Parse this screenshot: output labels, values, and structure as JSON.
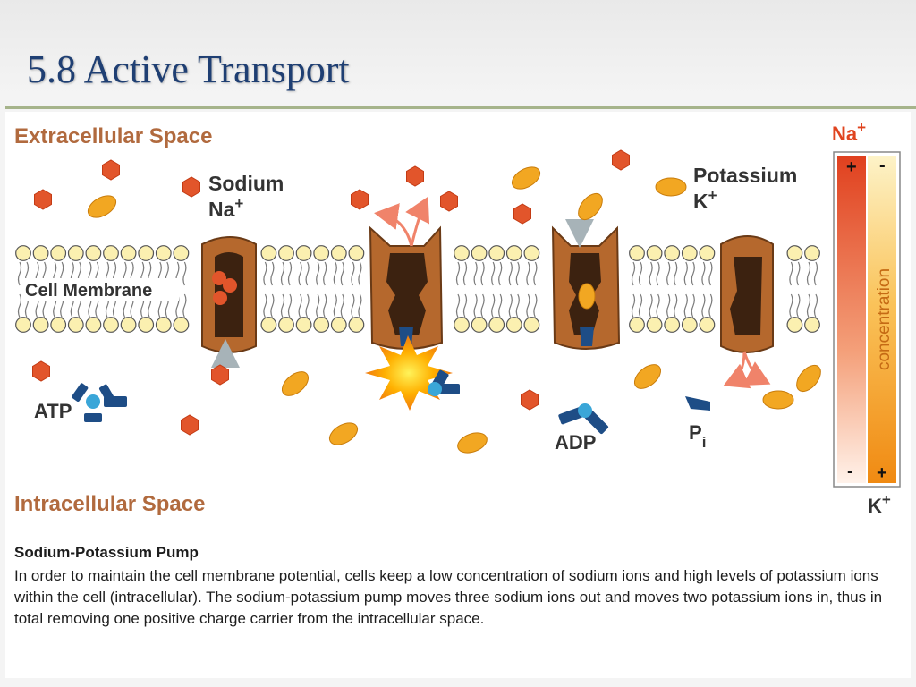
{
  "slide": {
    "title": "5.8 Active Transport"
  },
  "labels": {
    "extracellular": "Extracellular Space",
    "intracellular": "Intracellular Space",
    "membrane": "Cell Membrane",
    "sodium_line1": "Sodium",
    "sodium_line2_base": "Na",
    "potassium_line1": "Potassium",
    "potassium_line2_base": "K",
    "superscript_plus": "+",
    "atp": "ATP",
    "adp": "ADP",
    "pi_base": "P",
    "pi_subscript": "i"
  },
  "gradient_bar": {
    "top_ion": "Na",
    "bottom_ion": "K",
    "plus": "+",
    "minus": "-",
    "axis_label": "concentration"
  },
  "colors": {
    "title": "#1f3f73",
    "sodium_ion": "#e2552b",
    "potassium_ion": "#f2a722",
    "protein": "#b5682d",
    "protein_dark": "#3c2210",
    "phosphate": "#1e4d86",
    "heading": "#b16a3e",
    "rule": "#a6b48b"
  },
  "caption": {
    "title": "Sodium-Potassium Pump",
    "body": "In order to maintain the cell membrane potential, cells keep a low concentration of sodium ions and high levels of potassium ions within the cell (intracellular). The sodium-potassium pump moves three sodium ions out and moves two potassium ions in, thus in total removing one positive charge carrier from the intracellular space."
  }
}
